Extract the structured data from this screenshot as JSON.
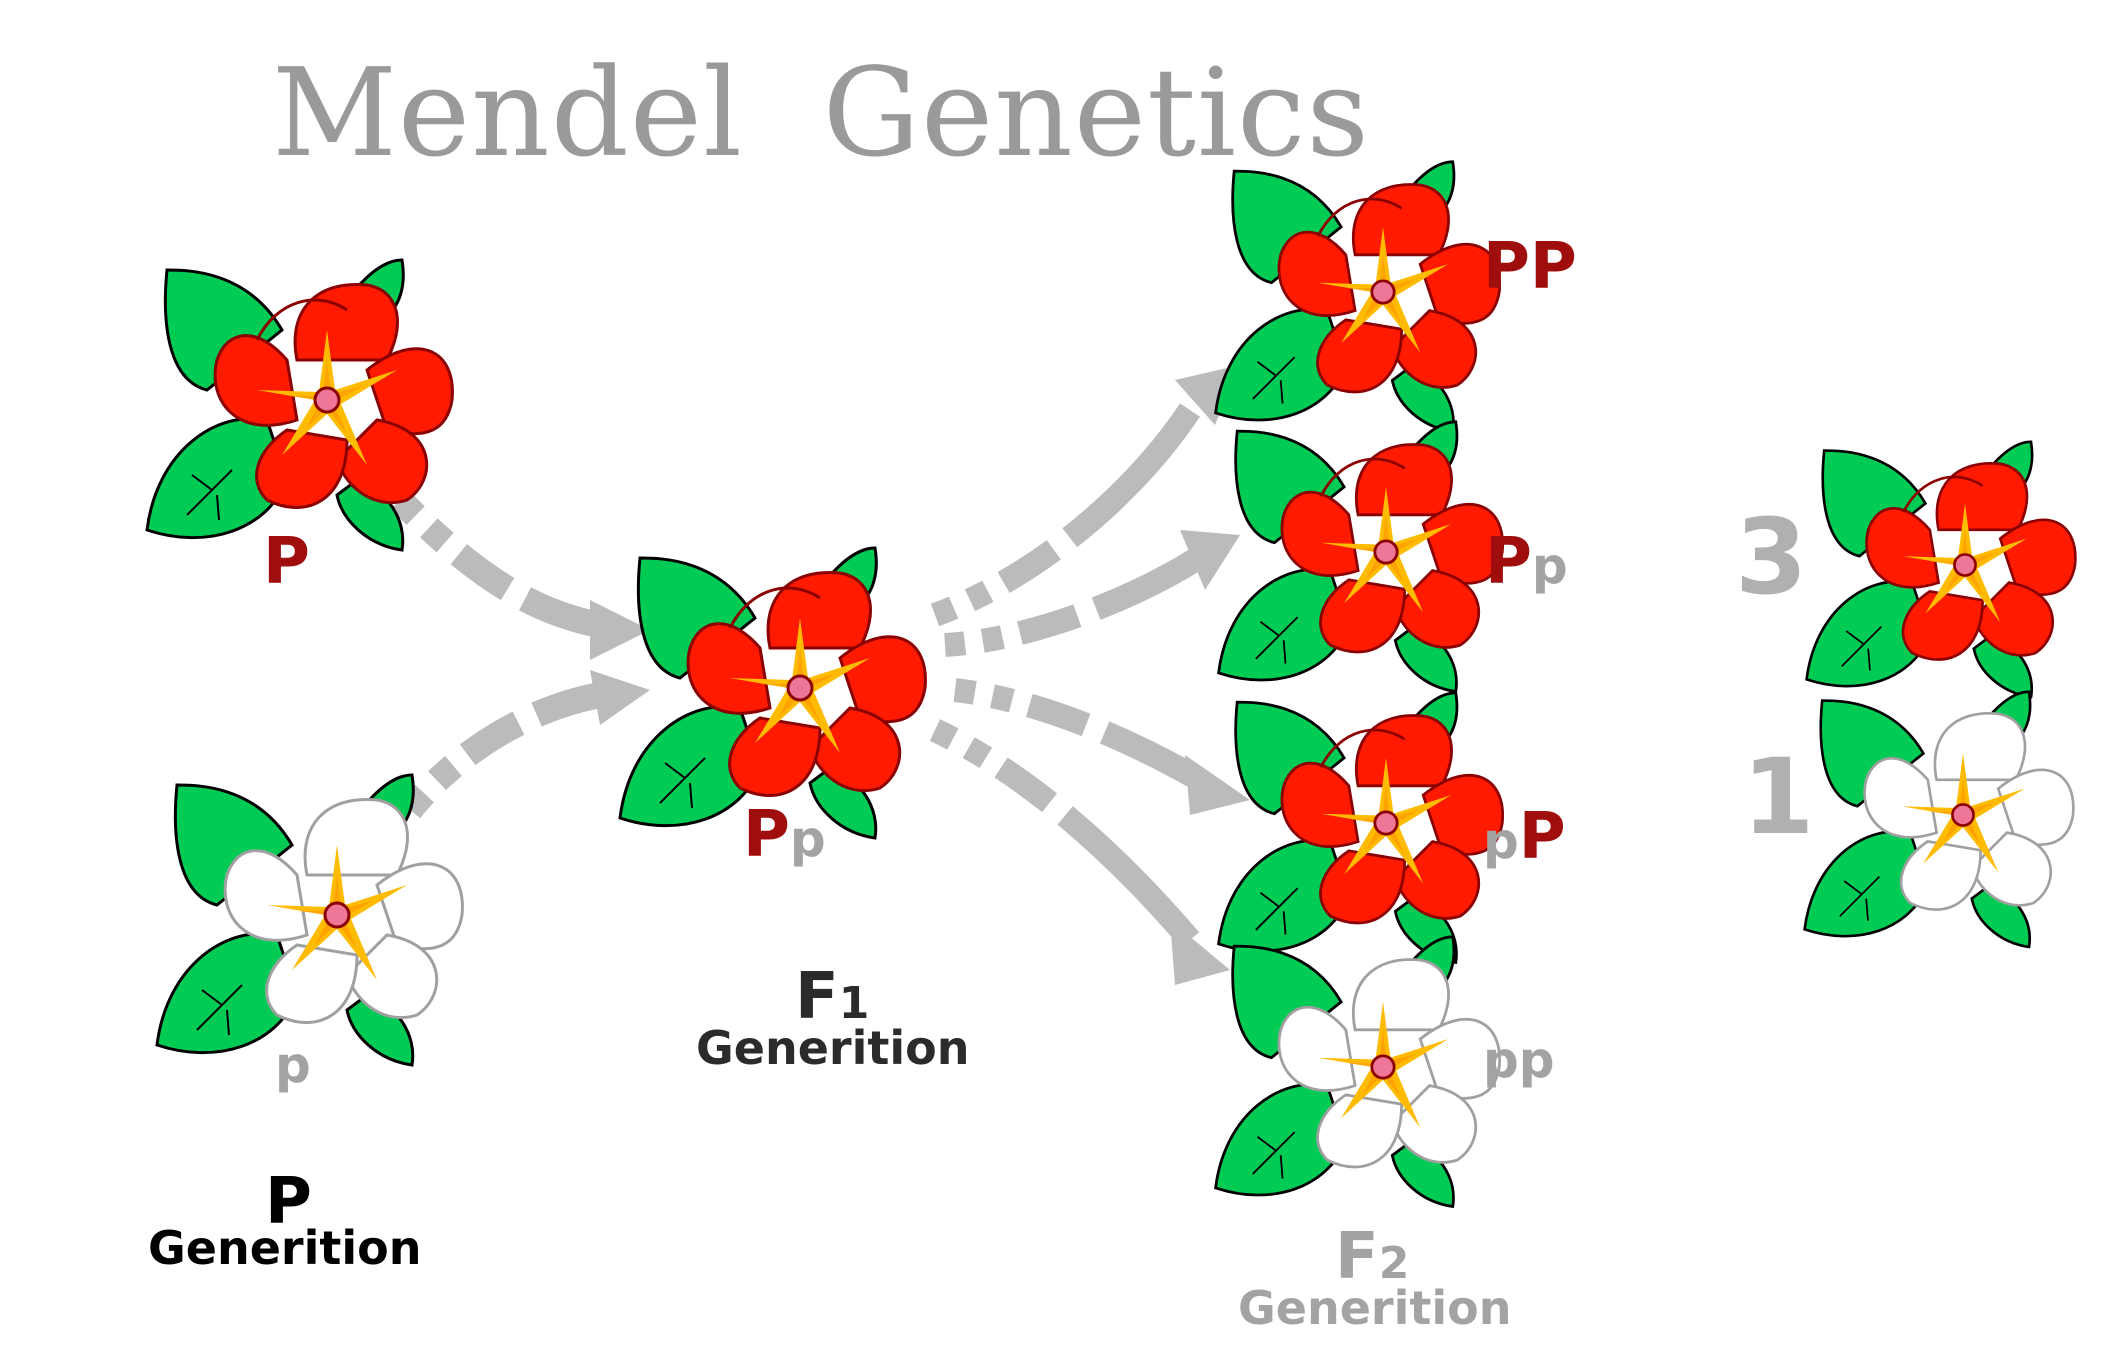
{
  "title": "Mendel  Genetics",
  "colors": {
    "red_petal": "#ff1a00",
    "red_outline": "#8b0000",
    "white_petal": "#ffffff",
    "white_outline": "#a0a0a0",
    "leaf": "#00cc55",
    "center": "#ee7799",
    "star": "#ffbb00",
    "arrow": "#bbbbbb",
    "allele_dominant": "#a00d0d",
    "allele_recessive": "#a3a3a3"
  },
  "parents": {
    "red_label": "P",
    "white_label": "p"
  },
  "f1": {
    "genotype_big": "P",
    "genotype_small": "p",
    "gen_main": "F",
    "gen_sub_num": "1",
    "gen_word": "Generition"
  },
  "f2": {
    "pp_dom": "PP",
    "pp_het1_big": "P",
    "pp_het1_small": "p",
    "pp_het2_small": "p",
    "pp_het2_big": "P",
    "pp_rec": "pp",
    "gen_main": "F",
    "gen_sub_num": "2",
    "gen_word": "Generition"
  },
  "p_generation": {
    "gen_main": "P",
    "gen_word": "Generition"
  },
  "ratio": {
    "dominant_count": "3",
    "recessive_count": "1"
  }
}
